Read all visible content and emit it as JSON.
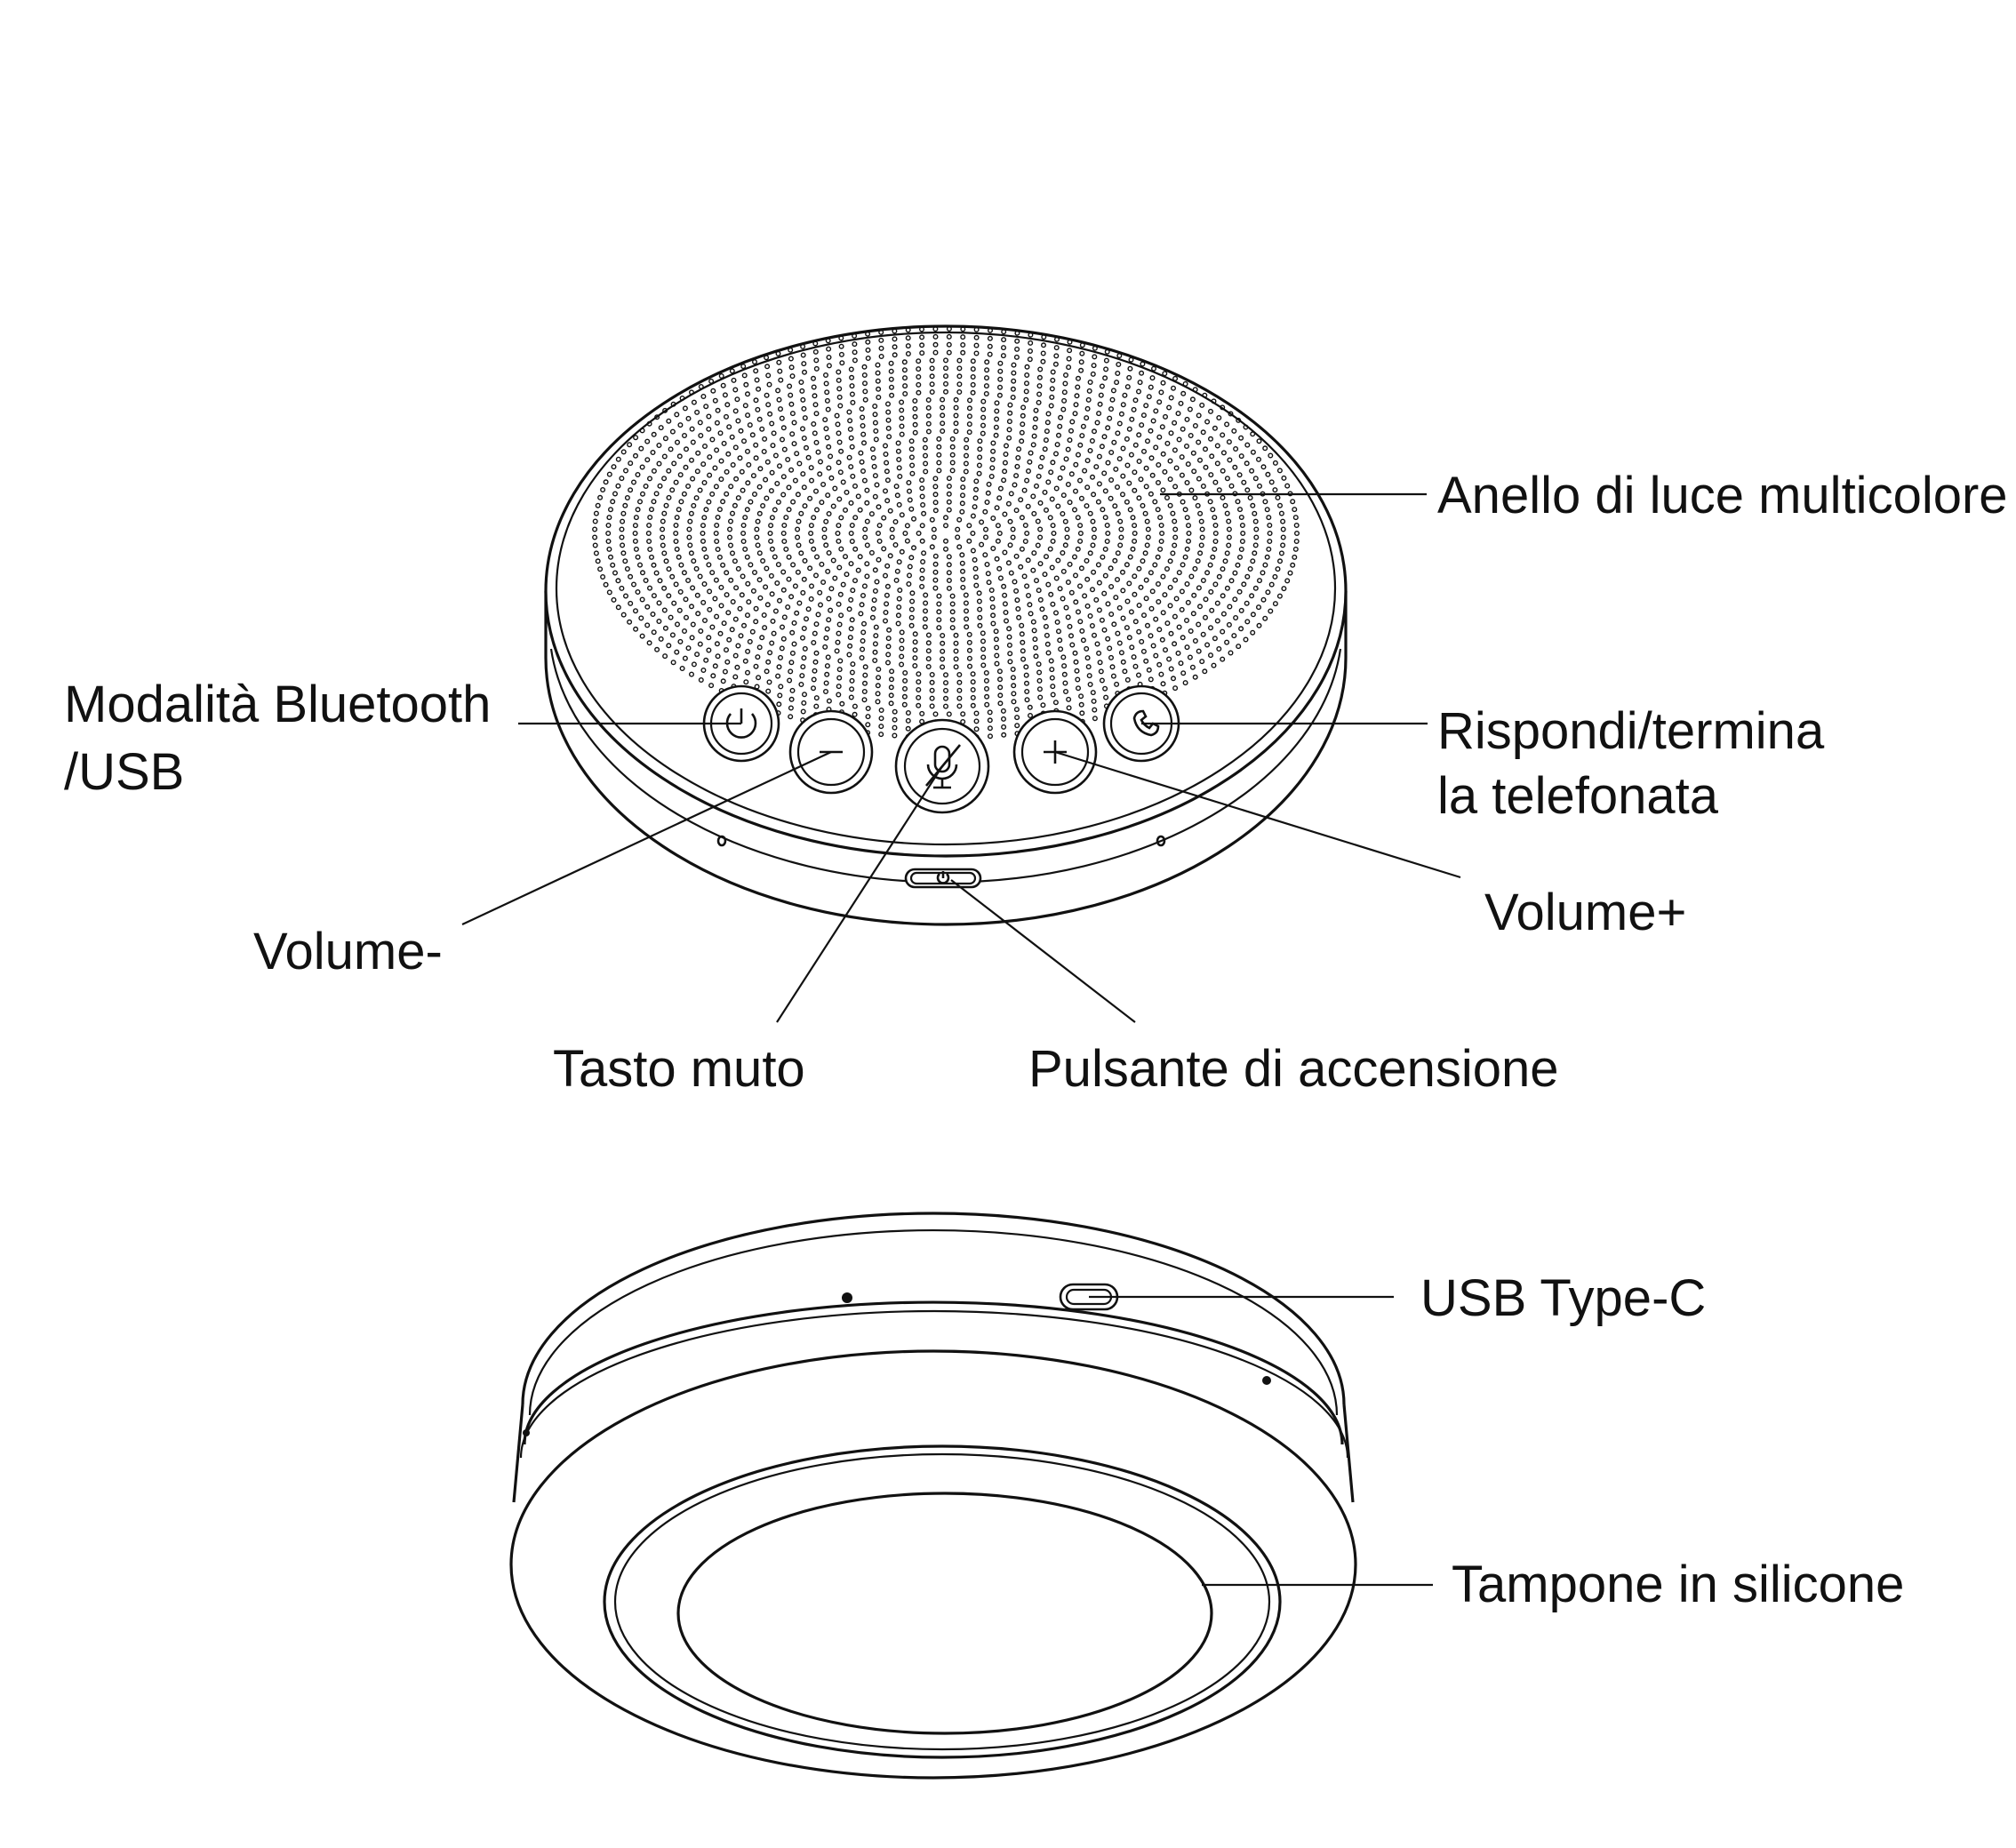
{
  "colors": {
    "line": "#111111",
    "background": "#ffffff"
  },
  "labels": {
    "light_ring": "Anello di luce multicolore",
    "bt_mode_1": "Modalità Bluetooth",
    "bt_mode_2": "/USB",
    "answer_1": "Rispondi/termina",
    "answer_2": "la telefonata",
    "vol_minus": "Volume-",
    "vol_plus": "Volume+",
    "mute": "Tasto muto",
    "power": "Pulsante di accensione",
    "usb_c": "USB Type-C",
    "silicone": "Tampone in silicone"
  },
  "icons": {
    "bt_usb": "power-cycle-icon",
    "vol_minus": "minus-icon",
    "mute": "mic-off-icon",
    "vol_plus": "plus-icon",
    "answer": "phone-icon",
    "power": "power-icon"
  }
}
